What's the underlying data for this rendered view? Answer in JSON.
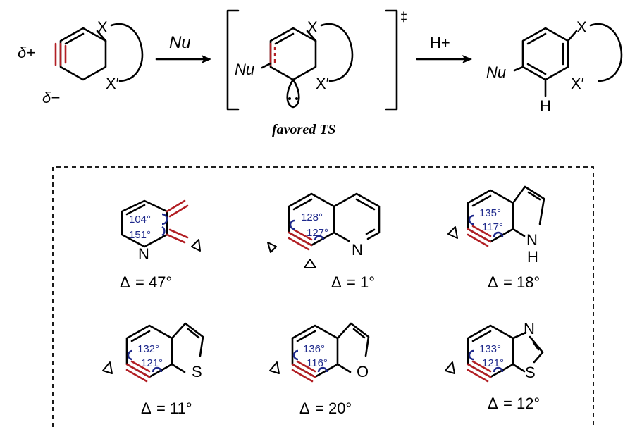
{
  "top_scheme": {
    "reactant": {
      "atom1": "X",
      "atom2": "X′",
      "delta_plus": "δ+",
      "delta_minus": "δ−"
    },
    "reagent1": "Nu",
    "transition_state": {
      "nu_label": "Nu",
      "atom1": "X",
      "atom2": "X′",
      "dagger": "‡",
      "caption": "favored TS"
    },
    "reagent2": "H+",
    "product": {
      "nu_label": "Nu",
      "atom1": "X",
      "atom2": "X′",
      "h_label": "H"
    }
  },
  "arynes": [
    {
      "hetero": [
        "N"
      ],
      "angles": [
        "104°",
        "151°"
      ],
      "delta_symbol": "Δ",
      "delta_value": "= 47°"
    },
    {
      "hetero": [
        "N"
      ],
      "angles": [
        "128°",
        "127°"
      ],
      "delta_symbol": "Δ",
      "delta_value": "= 1°"
    },
    {
      "hetero": [
        "N",
        "H"
      ],
      "angles": [
        "135°",
        "117°"
      ],
      "delta_symbol": "Δ",
      "delta_value": "= 18°"
    },
    {
      "hetero": [
        "S"
      ],
      "angles": [
        "132°",
        "121°"
      ],
      "delta_symbol": "Δ",
      "delta_value": "= 11°"
    },
    {
      "hetero": [
        "O"
      ],
      "angles": [
        "136°",
        "116°"
      ],
      "delta_symbol": "Δ",
      "delta_value": "= 20°"
    },
    {
      "hetero": [
        "N",
        "S"
      ],
      "angles": [
        "133°",
        "121°"
      ],
      "delta_symbol": "Δ",
      "delta_value": "= 12°"
    }
  ],
  "colors": {
    "aryne_bond": "#b21f24",
    "angle_label": "#1f2a8c",
    "line": "#000000"
  }
}
